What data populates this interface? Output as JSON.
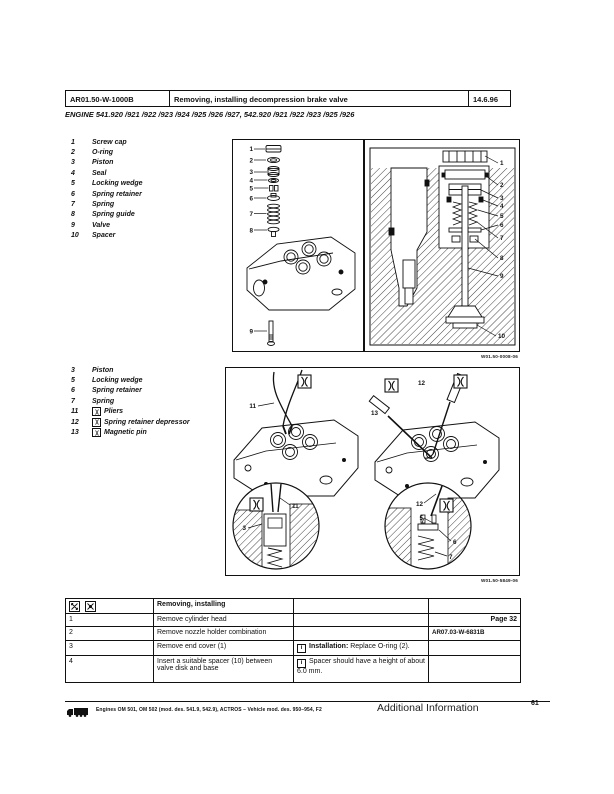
{
  "header": {
    "doc_number": "AR01.50-W-1000B",
    "title": "Removing, installing decompression brake valve",
    "date": "14.6.96",
    "engine_line": "ENGINE 541.920 /921 /922 /923 /924 /925 /926 /927, 542.920 /921 /922 /923 /925 /926"
  },
  "parts_list_1": {
    "items": [
      {
        "num": "1",
        "label": "Screw cap"
      },
      {
        "num": "2",
        "label": "O-ring"
      },
      {
        "num": "3",
        "label": "Piston"
      },
      {
        "num": "4",
        "label": "Seal"
      },
      {
        "num": "5",
        "label": "Locking wedge"
      },
      {
        "num": "6",
        "label": "Spring retainer"
      },
      {
        "num": "7",
        "label": "Spring"
      },
      {
        "num": "8",
        "label": "Spring guide"
      },
      {
        "num": "9",
        "label": "Valve"
      },
      {
        "num": "10",
        "label": "Spacer"
      }
    ]
  },
  "parts_list_2": {
    "items": [
      {
        "num": "3",
        "label": "Piston"
      },
      {
        "num": "5",
        "label": "Locking wedge"
      },
      {
        "num": "6",
        "label": "Spring retainer"
      },
      {
        "num": "7",
        "label": "Spring"
      },
      {
        "num": "11",
        "label": "Pliers"
      },
      {
        "num": "12",
        "label": "Spring retainer depressor"
      },
      {
        "num": "13",
        "label": "Magnetic pin"
      }
    ]
  },
  "figure1": {
    "caption": "W01.50-0008-06",
    "exploded_labels": [
      "1",
      "2",
      "3",
      "4",
      "5",
      "6",
      "7",
      "8"
    ],
    "valve_label": "9",
    "section_labels": [
      "1",
      "2",
      "3",
      "4",
      "5",
      "6",
      "7",
      "8",
      "9",
      "10"
    ]
  },
  "figure2": {
    "caption": "W01.50-5849-06",
    "labels": {
      "pliers": "11",
      "pin": "13",
      "depressor": "12",
      "inset_left_tool": "11",
      "inset_left_piston": "3",
      "inset_right_tool": "12",
      "inset_right_wedge": "5",
      "inset_right_retainer": "6",
      "inset_right_spring": "7"
    }
  },
  "procedure_table": {
    "title": "Removing, installing",
    "rows": [
      {
        "step": "1",
        "action": "Remove cylinder head",
        "note_prefix": "",
        "note": "",
        "ref": "Page 32"
      },
      {
        "step": "2",
        "action": "Remove nozzle holder combination",
        "note_prefix": "",
        "note": "",
        "ref": "AR07.03-W-6831B"
      },
      {
        "step": "3",
        "action": "Remove end cover (1)",
        "note_prefix": "Installation:",
        "note": "Replace O-ring (2).",
        "ref": ""
      },
      {
        "step": "4",
        "action": "Insert a suitable spacer (10) between valve disk and base",
        "note_prefix": "",
        "note": "Spacer should have a height of about 6.0 mm.",
        "ref": ""
      }
    ]
  },
  "icons": {
    "info": "i"
  },
  "footer": {
    "left_text": "Engines OM 501, OM 502 (mod. des. 541.9, 542.9), ACTROS – Vehicle mod. des. 950–954, F2",
    "right_text": "Additional Information",
    "page_number": "61"
  }
}
